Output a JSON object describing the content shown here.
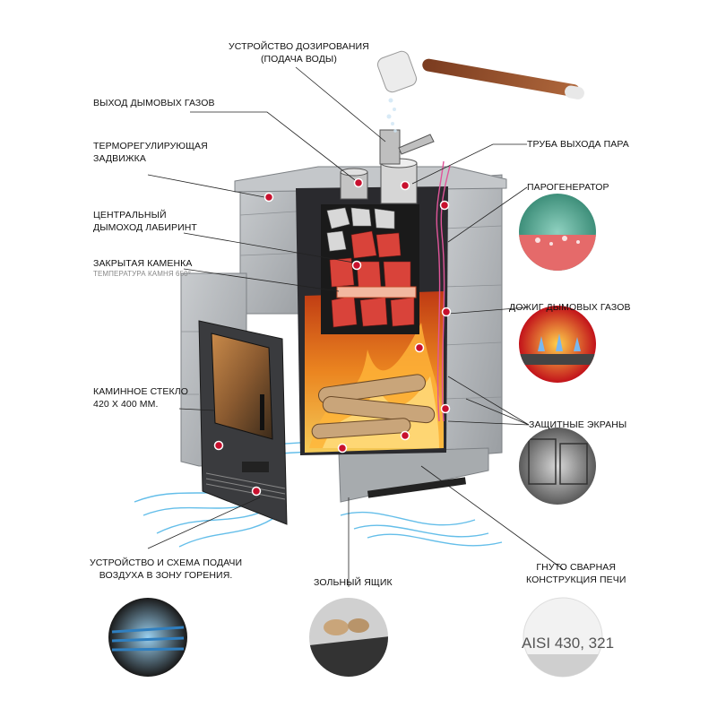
{
  "labels": {
    "dosing": "УСТРОЙСТВО ДОЗИРОВАНИЯ\n(ПОДАЧА ВОДЫ)",
    "smoke_out": "ВЫХОД ДЫМОВЫХ ГАЗОВ",
    "damper": "ТЕРМОРЕГУЛИРУЮЩАЯ\nЗАДВИЖКА",
    "labyrinth": "ЦЕНТРАЛЬНЫЙ\nДЫМОХОД ЛАБИРИНТ",
    "closed_heater": "ЗАКРЫТАЯ КАМЕНКА",
    "closed_heater_sub": "ТЕМПЕРАТУРА КАМНЯ 650°",
    "glass": "КАМИННОЕ СТЕКЛО\n420 Х 400 ММ.",
    "steam_pipe": "ТРУБА ВЫХОДА ПАРА",
    "steam_gen": "ПАРОГЕНЕРАТОР",
    "afterburn": "ДОЖИГ ДЫМОВЫХ ГАЗОВ",
    "screens": "ЗАЩИТНЫЕ ЭКРАНЫ",
    "air_supply": "УСТРОЙСТВО И СХЕМА ПОДАЧИ\nВОЗДУХА В ЗОНУ ГОРЕНИЯ.",
    "ash_box": "ЗОЛЬНЫЙ ЯЩИК",
    "welded": "ГНУТО СВАРНАЯ\nКОНСТРУКЦИЯ ПЕЧИ",
    "steel_grade": "AISI 430, 321"
  },
  "colors": {
    "stone": "#b7babd",
    "stone_dark": "#8f9396",
    "fire": "#f07a1a",
    "hot_rock": "#d9433a",
    "air": "#4ab3e6",
    "marker": "#c8102e",
    "leader": "#222222"
  },
  "icons": [
    "water-ladle-icon",
    "logo-badge-icon"
  ]
}
